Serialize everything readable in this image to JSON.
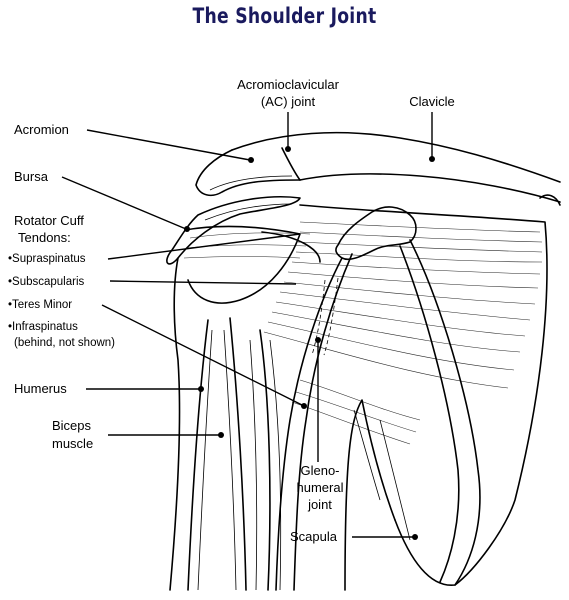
{
  "title": "The Shoulder Joint",
  "labels": {
    "ac_joint_line1": "Acromioclavicular",
    "ac_joint_line2": "(AC) joint",
    "clavicle": "Clavicle",
    "acromion": "Acromion",
    "bursa": "Bursa",
    "rotator_cuff_line1": "Rotator Cuff",
    "rotator_cuff_line2": "Tendons:",
    "supraspinatus": "•Supraspinatus",
    "subscapularis": "•Subscapularis",
    "teres_minor": "•Teres Minor",
    "infraspinatus_line1": "•Infraspinatus",
    "infraspinatus_line2": "(behind, not shown)",
    "humerus": "Humerus",
    "biceps_line1": "Biceps",
    "biceps_line2": "muscle",
    "gleno_line1": "Gleno-",
    "gleno_line2": "humeral",
    "gleno_line3": "joint",
    "scapula": "Scapula"
  }
}
